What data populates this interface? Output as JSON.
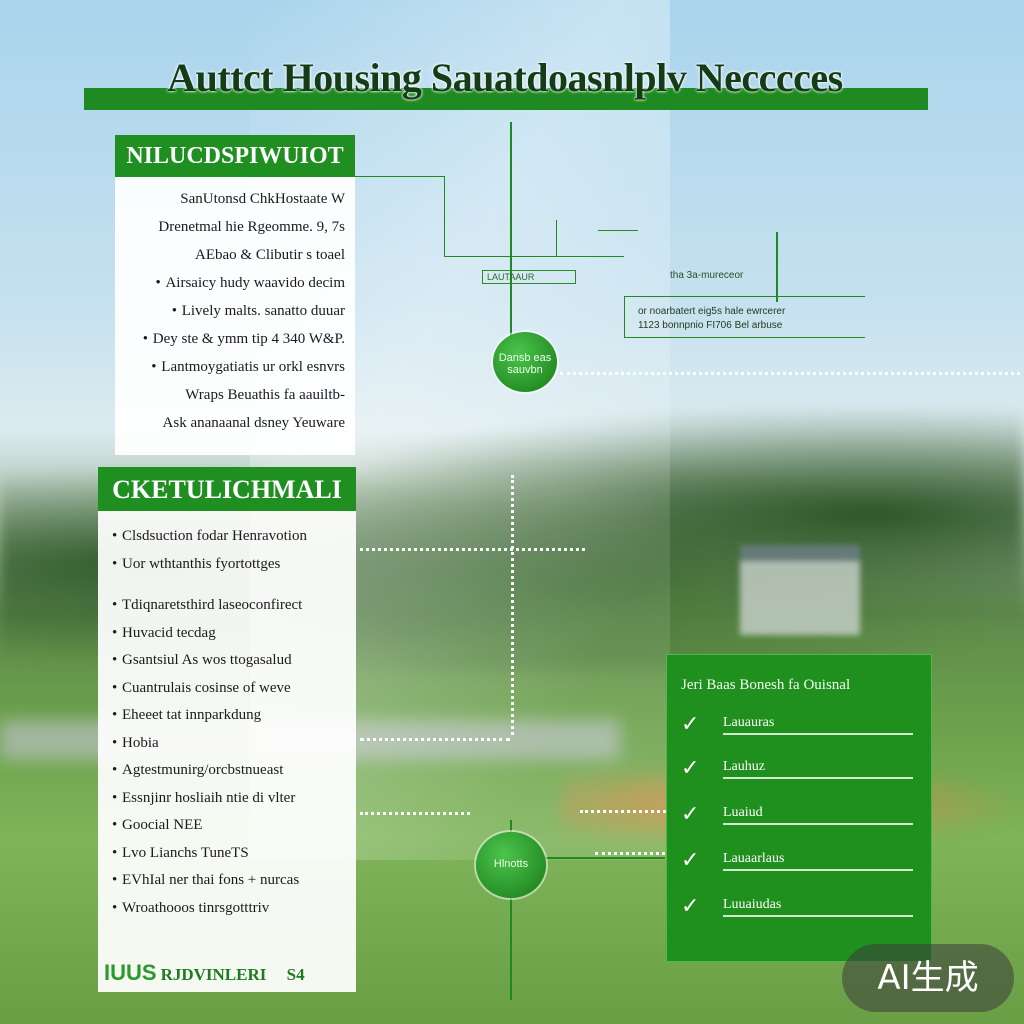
{
  "title": "Auttct Housing Sauatdoasnlplv Necccces",
  "panel1": {
    "header": "NILUCDSPIWUIOT",
    "items": [
      "SanUtonsd ChkHostaate W",
      "Drenetmal hie Rgeomme. 9, 7s",
      "AEbao & Clibutir s toael",
      "Airsaicy hudy waavido decim",
      "Lively malts. sanatto duuar",
      "Dey ste & ymm tip 4 340 W&P.",
      "Lantmoygatiatis ur orkl esnvrs",
      "Wraps Beuathis fa aauiltb-",
      "Ask ananaanal dsney Yeuware"
    ]
  },
  "panel2": {
    "header": "CKETULICHMALI",
    "items": [
      "Clsdsuction fodar Henravotion",
      "Uor wthtanthis fyortottges",
      "Tdiqnaretsthird laseoconfirect",
      "Huvacid tecdag",
      "Gsantsiul As wos ttogasalud",
      "Cuantrulais cosinse of weve",
      "Eheeet tat innparkdung",
      "Hobia",
      "Agtestmunirg/orcbstnueast",
      "Essnjinr hosliaih ntie di vlter",
      "Goocial NEE",
      "Lvo Lianchs TuneTS",
      "EVhIal ner thai fons + nurcas",
      "Wroathooos tinrsgotttriv"
    ],
    "footer": "RJDVINLERI",
    "footer_mark": "IUUS",
    "footer_tail": "S4"
  },
  "checklist": {
    "title": "Jeri Baas Bonesh fa Ouisnal",
    "items": [
      "Lauauras",
      "Lauhuz",
      "Luaiud",
      "Lauaarlaus",
      "Luuaiudas"
    ],
    "check_icon": "check-icon"
  },
  "note": {
    "title": "tha 3a-mureceor",
    "line1": "or noarbatert eig5s hale ewrcerer",
    "line2": "1123 bonnpnio FI706 Bel arbuse"
  },
  "sketch_label": "LAUTAAUR",
  "node1_label": "Dansb eas sauvbn",
  "node2_label": "Hlnotts",
  "badge": "AI生成",
  "colors": {
    "accent": "#1f8f21",
    "dark": "#143c16",
    "sky": "#a9d4ec"
  }
}
